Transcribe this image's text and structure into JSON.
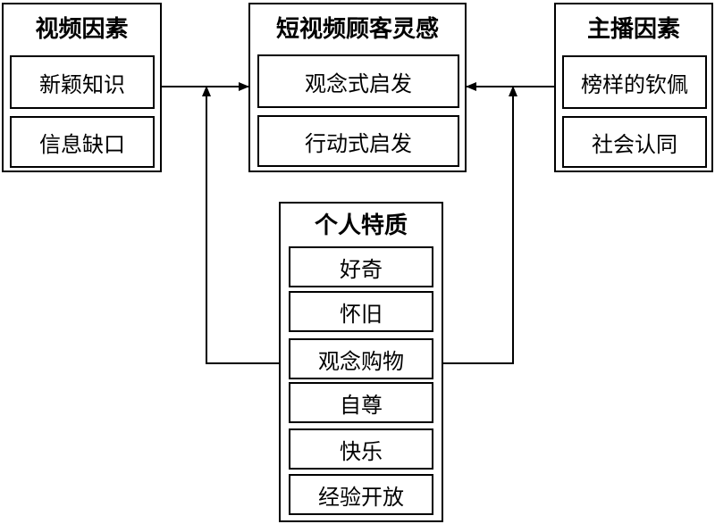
{
  "video_factors": {
    "title": "视频因素",
    "items": [
      "新颖知识",
      "信息缺口"
    ]
  },
  "customer_inspiration": {
    "title": "短视频顾客灵感",
    "items": [
      "观念式启发",
      "行动式启发"
    ]
  },
  "anchor_factors": {
    "title": "主播因素",
    "items": [
      "榜样的钦佩",
      "社会认同"
    ]
  },
  "personal_traits": {
    "title": "个人特质",
    "items": [
      "好奇",
      "怀旧",
      "观念购物",
      "自尊",
      "快乐",
      "经验开放"
    ]
  }
}
